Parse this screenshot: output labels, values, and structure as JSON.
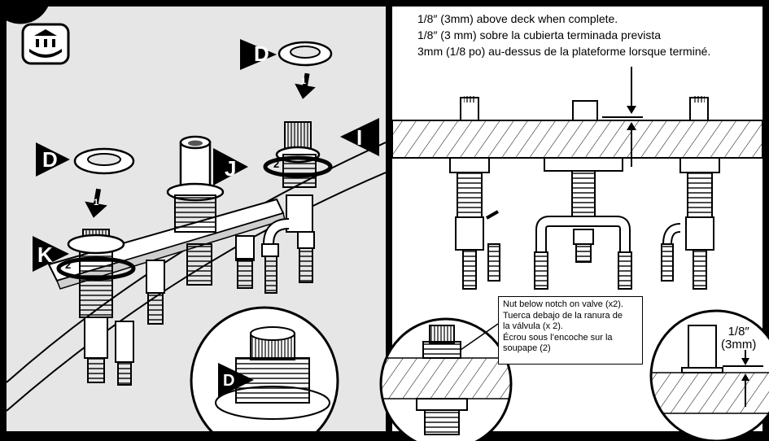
{
  "step_badge_icon": "faucet-install-icon",
  "labels": {
    "d_top": "D",
    "d_left": "D",
    "d_zoom": "D",
    "i": "I",
    "j": "J",
    "k": "K",
    "step1_a": "1",
    "step1_b": "1",
    "step2_a": "2",
    "step2_b": "2"
  },
  "deck_note": {
    "en": "1/8″ (3mm) above deck when complete.",
    "es": "1/8″ (3 mm) sobre la cubierta terminada prevista",
    "fr": "3mm (1/8 po) au-dessus de la plateforme lorsque terminé."
  },
  "nut_note": {
    "en": "Nut below notch on valve (x2).",
    "es1": "Tuerca debajo de la ranura de",
    "es2": "la válvula (x 2).",
    "fr1": "Écrou sous l’encoche sur la",
    "fr2": "soupape (2)"
  },
  "measurement": {
    "line1": "1/8″",
    "line2": "(3mm)"
  },
  "colors": {
    "background": "#e6e6e6",
    "ink": "#000000",
    "frame": "#000000"
  }
}
